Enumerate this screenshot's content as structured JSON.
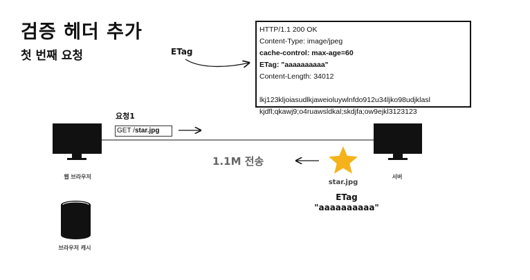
{
  "title": "검증 헤더 추가",
  "subtitle": "첫 번째 요청",
  "etag_pointer_label": "ETag",
  "response": {
    "lines": [
      {
        "text": "HTTP/1.1 200 OK",
        "bold": false
      },
      {
        "text": "Content-Type: image/jpeg",
        "bold": false
      },
      {
        "text": "cache-control: max-age=60",
        "bold": true
      },
      {
        "text": "ETag: \"aaaaaaaaaa\"",
        "bold": true
      },
      {
        "text": "Content-Length: 34012",
        "bold": false
      }
    ],
    "body_lines": [
      "lkj123kljoiasudlkjaweioluywlnfdo912u34ljko98udjklasl",
      "kjdfl;qkawj9;o4ruawsldkal;skdjfa;ow9ejkl3123123"
    ]
  },
  "request": {
    "label": "요청1",
    "method": "GET /",
    "path": "star.jpg"
  },
  "transfer_label": "1.1M 전송",
  "nodes": {
    "browser": "웹 브라우저",
    "server": "서버",
    "cache": "브라우저 캐시"
  },
  "resource": {
    "name": "star.jpg",
    "etag_title": "ETag",
    "etag_value": "\"aaaaaaaaaa\""
  },
  "colors": {
    "star": "#F5B21B",
    "ink": "#111111",
    "muted": "#666666"
  }
}
